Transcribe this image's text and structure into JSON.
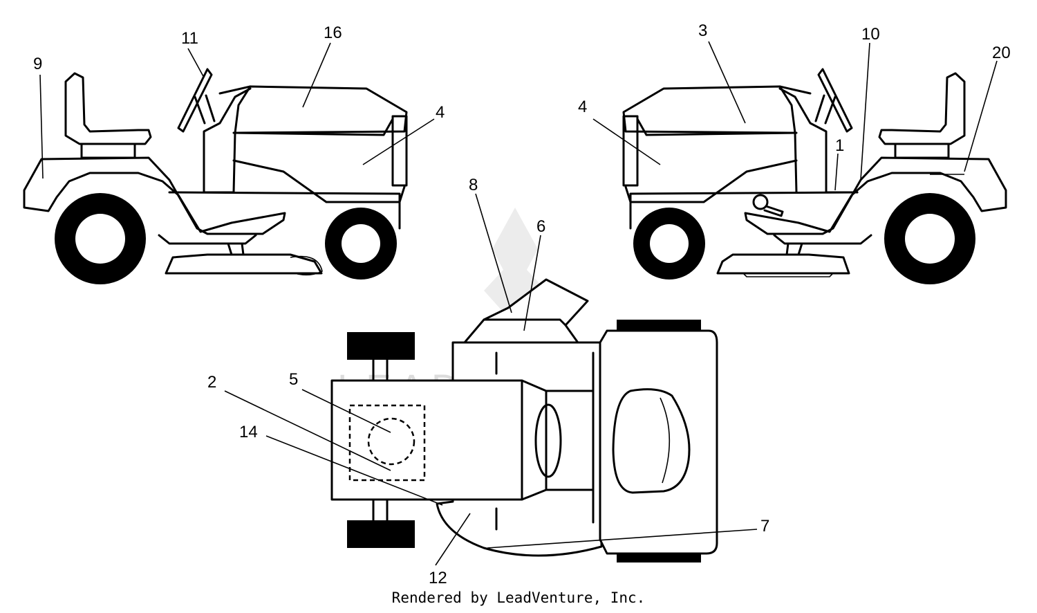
{
  "watermark": "LEADVENTURE",
  "credit": "Rendered by LeadVenture, Inc.",
  "callouts": [
    "9",
    "11",
    "16",
    "4",
    "3",
    "10",
    "20",
    "4",
    "1",
    "8",
    "6",
    "2",
    "5",
    "14",
    "7",
    "12"
  ]
}
